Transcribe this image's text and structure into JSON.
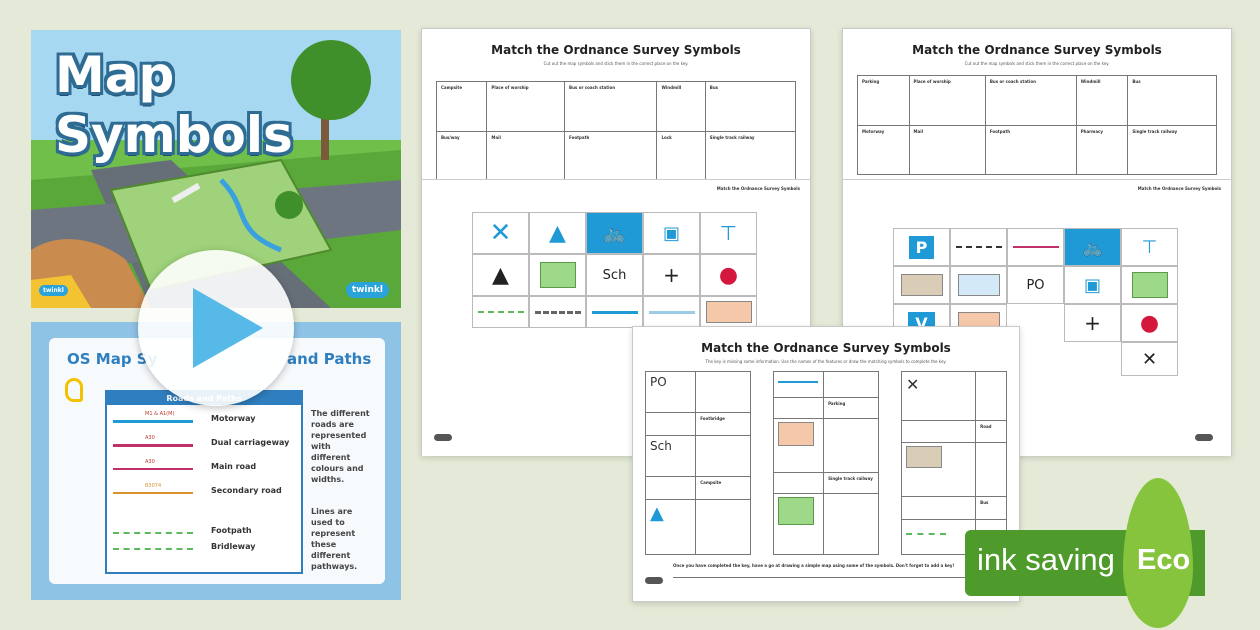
{
  "slide1": {
    "title_line1": "Map",
    "title_line2": "Symbols",
    "badge": "twinkl",
    "badge_small": "twinkl"
  },
  "slide2": {
    "heading_left": "OS Map Sy",
    "heading_right": "and Paths",
    "key_title": "Roads and Paths",
    "rows": [
      {
        "tag": "M1 & A1(M)",
        "label": "Motorway",
        "color": "#1f9ad6"
      },
      {
        "tag": "A30",
        "label": "Dual carriageway",
        "color": "#c0306a"
      },
      {
        "tag": "A30",
        "label": "Main road",
        "color": "#c0306a"
      },
      {
        "tag": "B3074",
        "label": "Secondary road",
        "color": "#d9922e"
      },
      {
        "tag": "",
        "label": "Footpath",
        "color": "#5cb85c"
      },
      {
        "tag": "",
        "label": "Bridleway",
        "color": "#5cb85c"
      }
    ],
    "side_text_1": "The different roads are represented with different colours and widths.",
    "side_text_2": "Lines are used to represent these different pathways."
  },
  "play_icon": "play-icon",
  "sheet1": {
    "title": "Match the Ordnance Survey Symbols",
    "subtitle": "Cut out the map symbols and stick them in the correct place on the key.",
    "header_row1": [
      "Campsite",
      "Place of worship",
      "Bus or coach station",
      "Windmill",
      "Bus"
    ],
    "header_row2": [
      "Bus/way",
      "Mail",
      "Footpath",
      "Lock",
      "Single track railway"
    ],
    "overlay_label": "Match the Ordnance Survey Symbols",
    "symbols_row2_text": "Sch"
  },
  "sheet2": {
    "title": "Match the Ordnance Survey Symbols",
    "subtitle": "Cut out the map symbols and stick them in the correct place on the key.",
    "header_row1": [
      "Parking",
      "Place of worship",
      "Bus or coach station",
      "Windmill",
      "Bus"
    ],
    "header_row2": [
      "Motorway",
      "Mail",
      "Footpath",
      "Pharmacy",
      "Single track railway"
    ],
    "overlay_label": "Match the Ordnance Survey Symbols",
    "symbols": [
      "P",
      "PO",
      "V"
    ]
  },
  "sheet3": {
    "title": "Match the Ordnance Survey Symbols",
    "subtitle": "The key is missing some information. Use the names of the features or draw the matching symbols to complete the key.",
    "col1": [
      {
        "sym": "PO",
        "lbl": ""
      },
      {
        "sym": "",
        "lbl": "Footbridge"
      },
      {
        "sym": "Sch",
        "lbl": ""
      },
      {
        "sym": "",
        "lbl": "Campsite"
      },
      {
        "sym": "",
        "lbl": ""
      }
    ],
    "col2": [
      {
        "sym": "",
        "lbl": ""
      },
      {
        "sym": "",
        "lbl": "Parking"
      },
      {
        "sym": "",
        "lbl": ""
      },
      {
        "sym": "",
        "lbl": "Single track railway"
      },
      {
        "sym": "",
        "lbl": ""
      }
    ],
    "col3": [
      {
        "sym": "",
        "lbl": ""
      },
      {
        "sym": "",
        "lbl": "Road"
      },
      {
        "sym": "",
        "lbl": ""
      },
      {
        "sym": "",
        "lbl": "Bus"
      },
      {
        "sym": "",
        "lbl": ""
      }
    ],
    "footer": "Once you have completed the key, have a go at drawing a simple map using some of the symbols. Don't forget to add a key!"
  },
  "eco_badge": {
    "text": "ink saving",
    "eco": "Eco"
  }
}
